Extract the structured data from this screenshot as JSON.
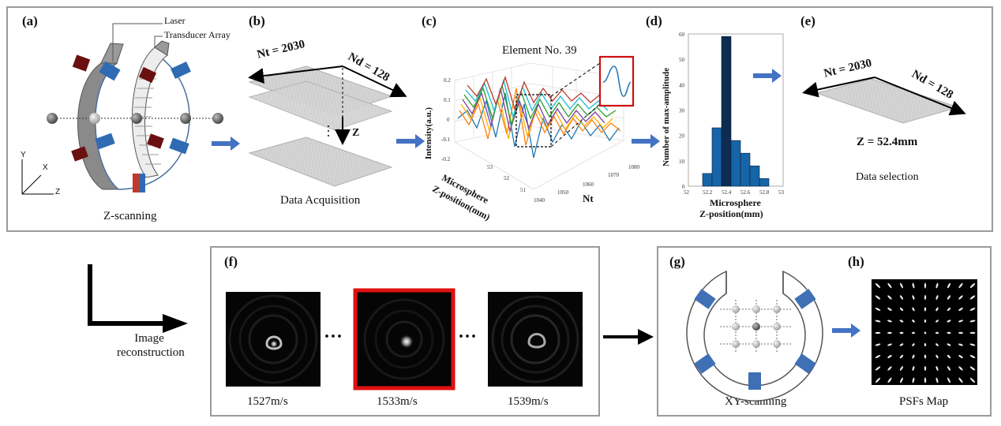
{
  "top_panels": {
    "a": {
      "label": "(a)",
      "laser": "Laser",
      "transducer": "Transducer Array",
      "axis_y": "Y",
      "axis_x": "X",
      "axis_z": "Z",
      "caption": "Z-scanning"
    },
    "b": {
      "label": "(b)",
      "nt": "Nt = 2030",
      "nd": "Nd = 128",
      "z": "Z",
      "caption": "Data Acquisition"
    },
    "c": {
      "label": "(c)",
      "title": "Element No. 39",
      "ylabel": "Intensity(a.u.)",
      "xlabel_1": "Microsphere",
      "xlabel_2": "Z-position(mm)",
      "nt_label": "Nt",
      "y_ticks": [
        "0.2",
        "0.1",
        "0",
        "-0.1",
        "-0.2"
      ],
      "z_ticks": [
        "53",
        "52",
        "51"
      ],
      "nt_ticks": [
        "1040",
        "1050",
        "1060",
        "1070",
        "1080"
      ]
    },
    "d": {
      "label": "(d)",
      "ylabel": "Number of max-amplitude",
      "xlabel_1": "Microsphere",
      "xlabel_2": "Z-position(mm)"
    },
    "e": {
      "label": "(e)",
      "nt": "Nt = 2030",
      "nd": "Nd = 128",
      "z_value": "Z = 52.4mm",
      "caption": "Data selection"
    }
  },
  "bottom": {
    "image_recon": "Image reconstruction",
    "f": {
      "label": "(f)",
      "ellipsis": "···",
      "images": [
        {
          "caption": "1527m/s"
        },
        {
          "caption": "1533m/s"
        },
        {
          "caption": "1539m/s"
        }
      ]
    },
    "g": {
      "label": "(g)",
      "caption": "XY-scanning"
    },
    "h": {
      "label": "(h)",
      "caption": "PSFs Map"
    }
  },
  "chart_data": {
    "type": "bar",
    "categories": [
      "52.2",
      "52.3",
      "52.4",
      "52.5",
      "52.6",
      "52.7",
      "52.8"
    ],
    "values": [
      5,
      23,
      59,
      18,
      13,
      8,
      3
    ],
    "xlim": [
      52,
      53
    ],
    "ylim": [
      0,
      60
    ],
    "x_ticks": [
      "52",
      "52.2",
      "52.4",
      "52.6",
      "52.8",
      "53"
    ],
    "y_ticks": [
      "0",
      "10",
      "20",
      "30",
      "40",
      "50",
      "60"
    ],
    "ylabel": "Number of max-amplitude",
    "xlabel": "Microsphere Z-position(mm)"
  },
  "colors": {
    "accent_blue": "#3f6fb5",
    "highlight_red": "#e01010",
    "bar_blue": "#1565a8",
    "bar_dark": "#0c2c52",
    "panel_border": "#9a9a9a"
  }
}
